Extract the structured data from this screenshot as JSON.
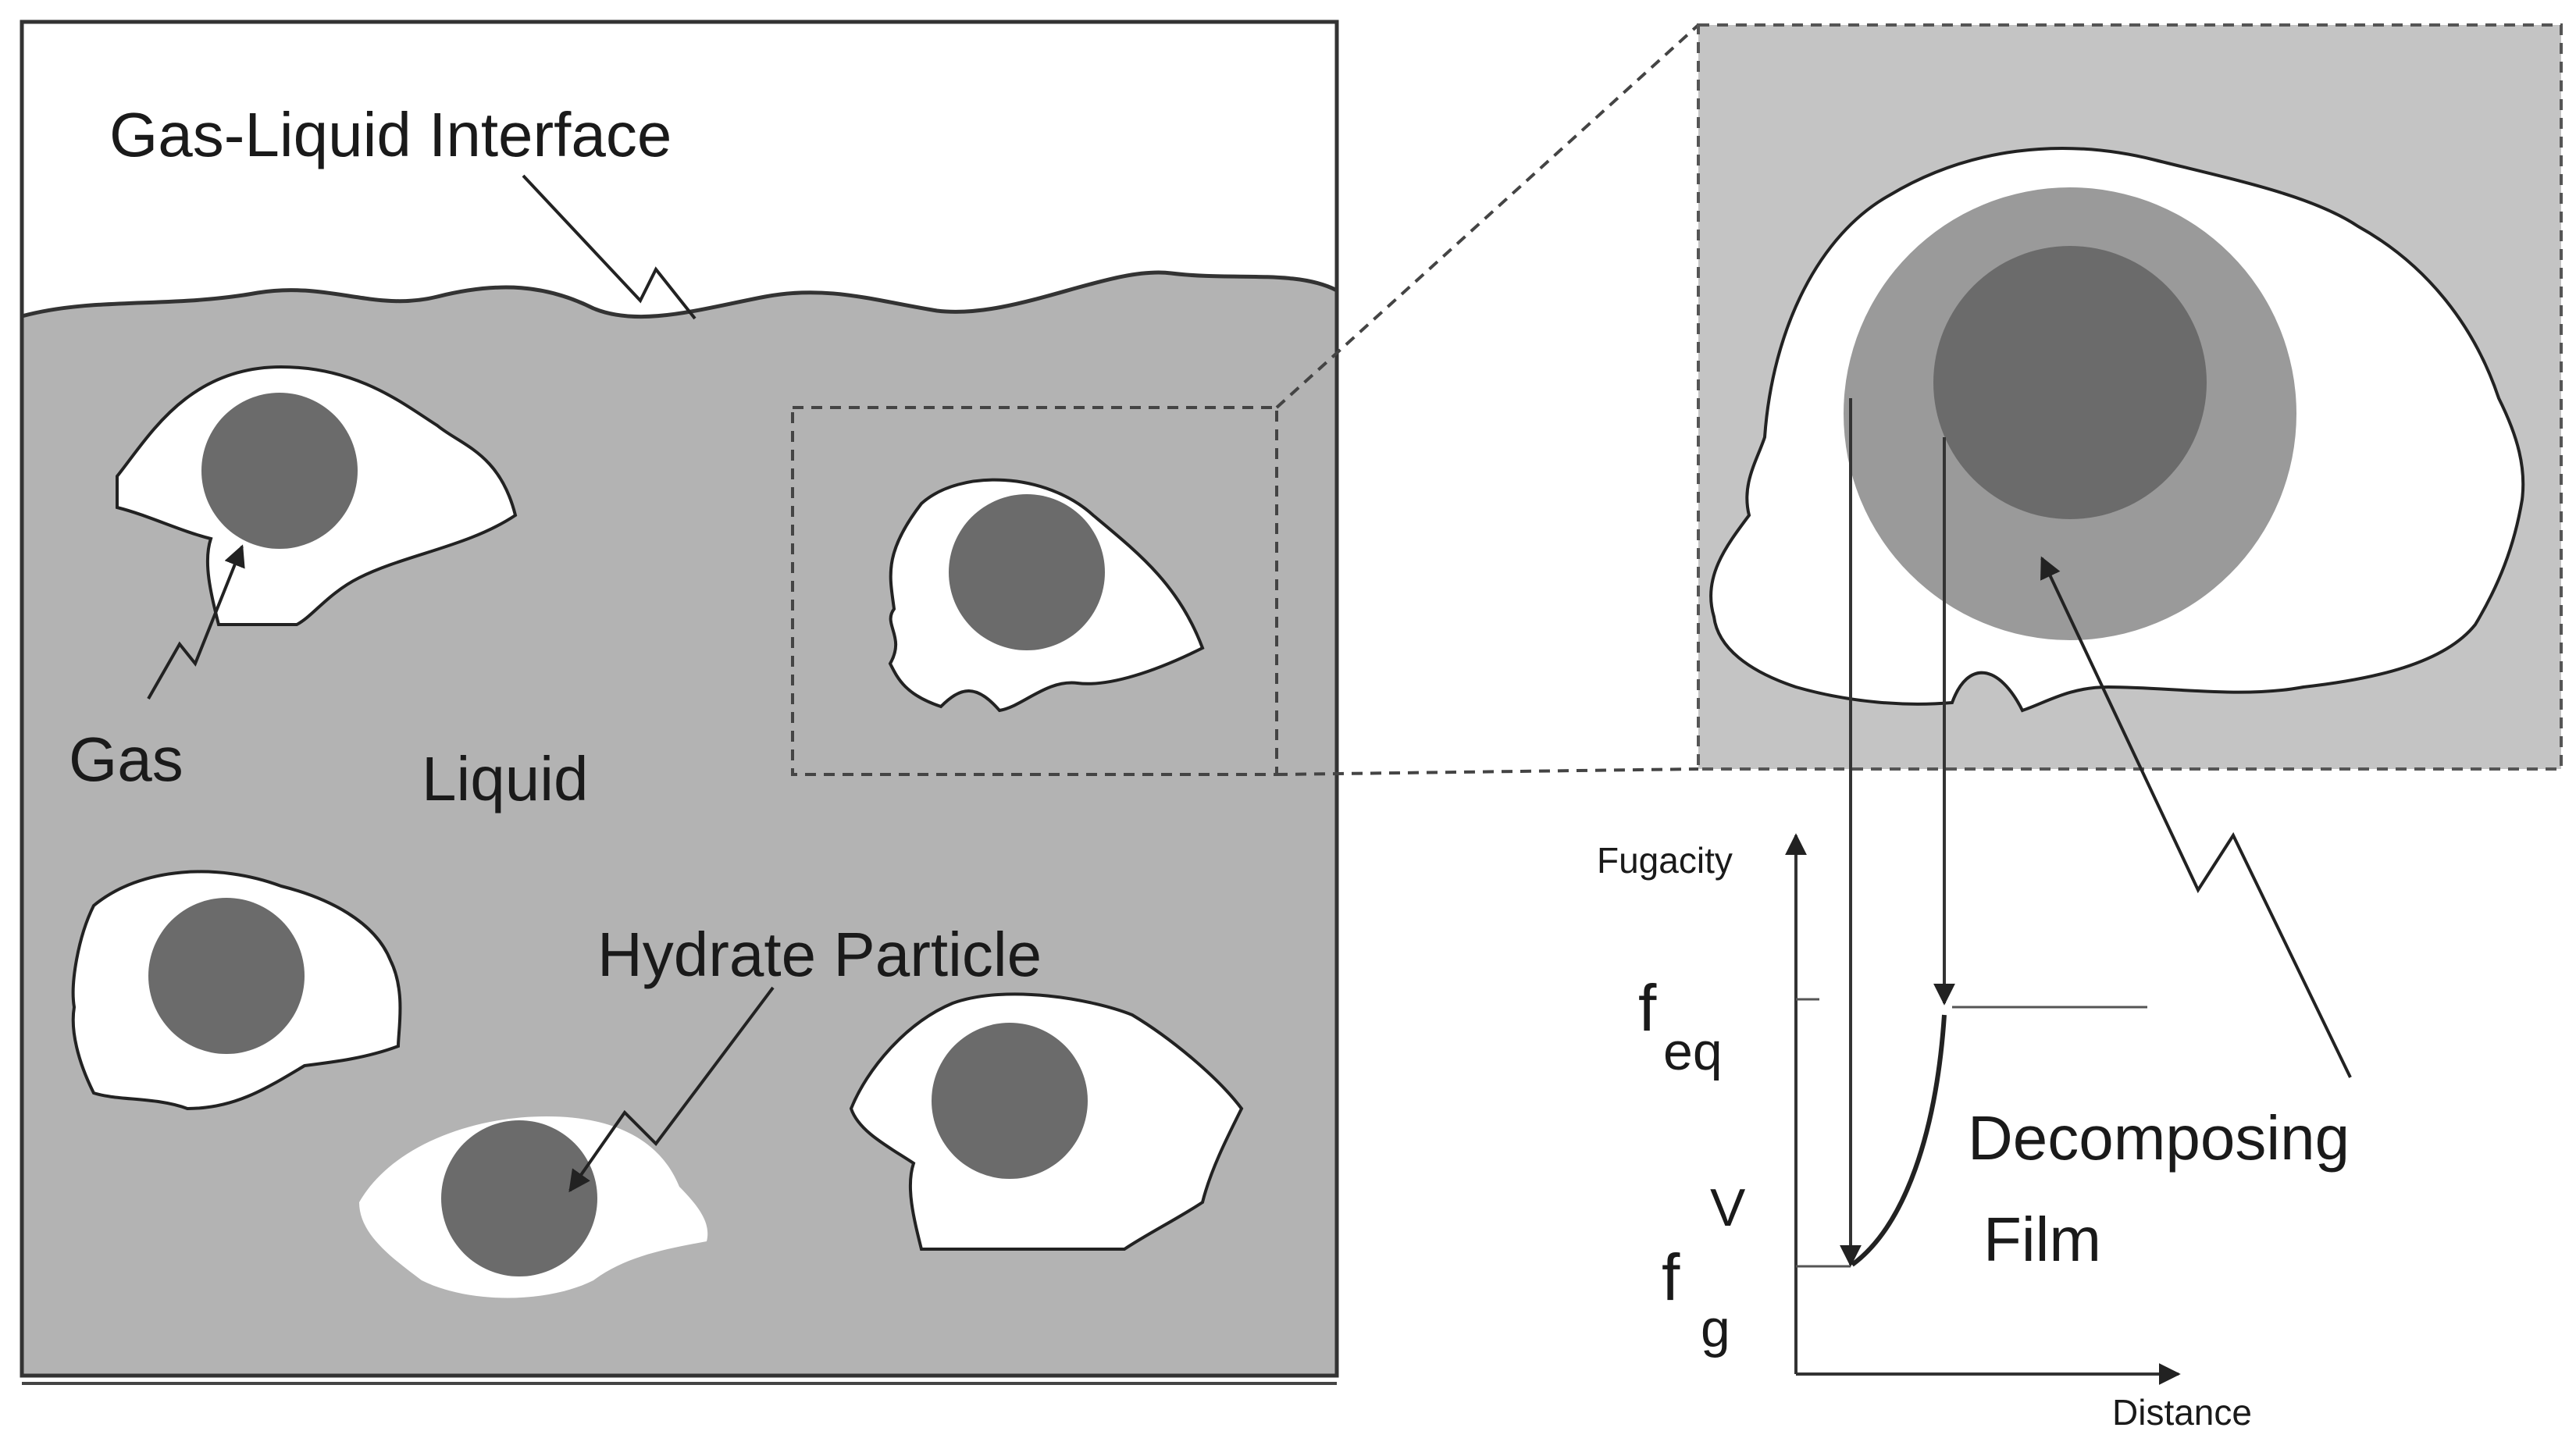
{
  "labels": {
    "interface": "Gas-Liquid Interface",
    "gas": "Gas",
    "liquid": "Liquid",
    "particle": "Hydrate Particle",
    "film_line1": "Decomposing",
    "film_line2": "Film"
  },
  "graph": {
    "y_axis": "Fugacity",
    "x_axis": "Distance",
    "f_eq_symbol": "f",
    "f_eq_sub": "eq",
    "f_g_symbol": "f",
    "f_g_sup": "V",
    "f_g_sub": "g"
  },
  "colors": {
    "liquid": "#b3b3b3",
    "zoom_background": "#c4c4c4",
    "film": "#9a9a9a",
    "core": "#6b6b6b",
    "stroke": "#222222"
  }
}
